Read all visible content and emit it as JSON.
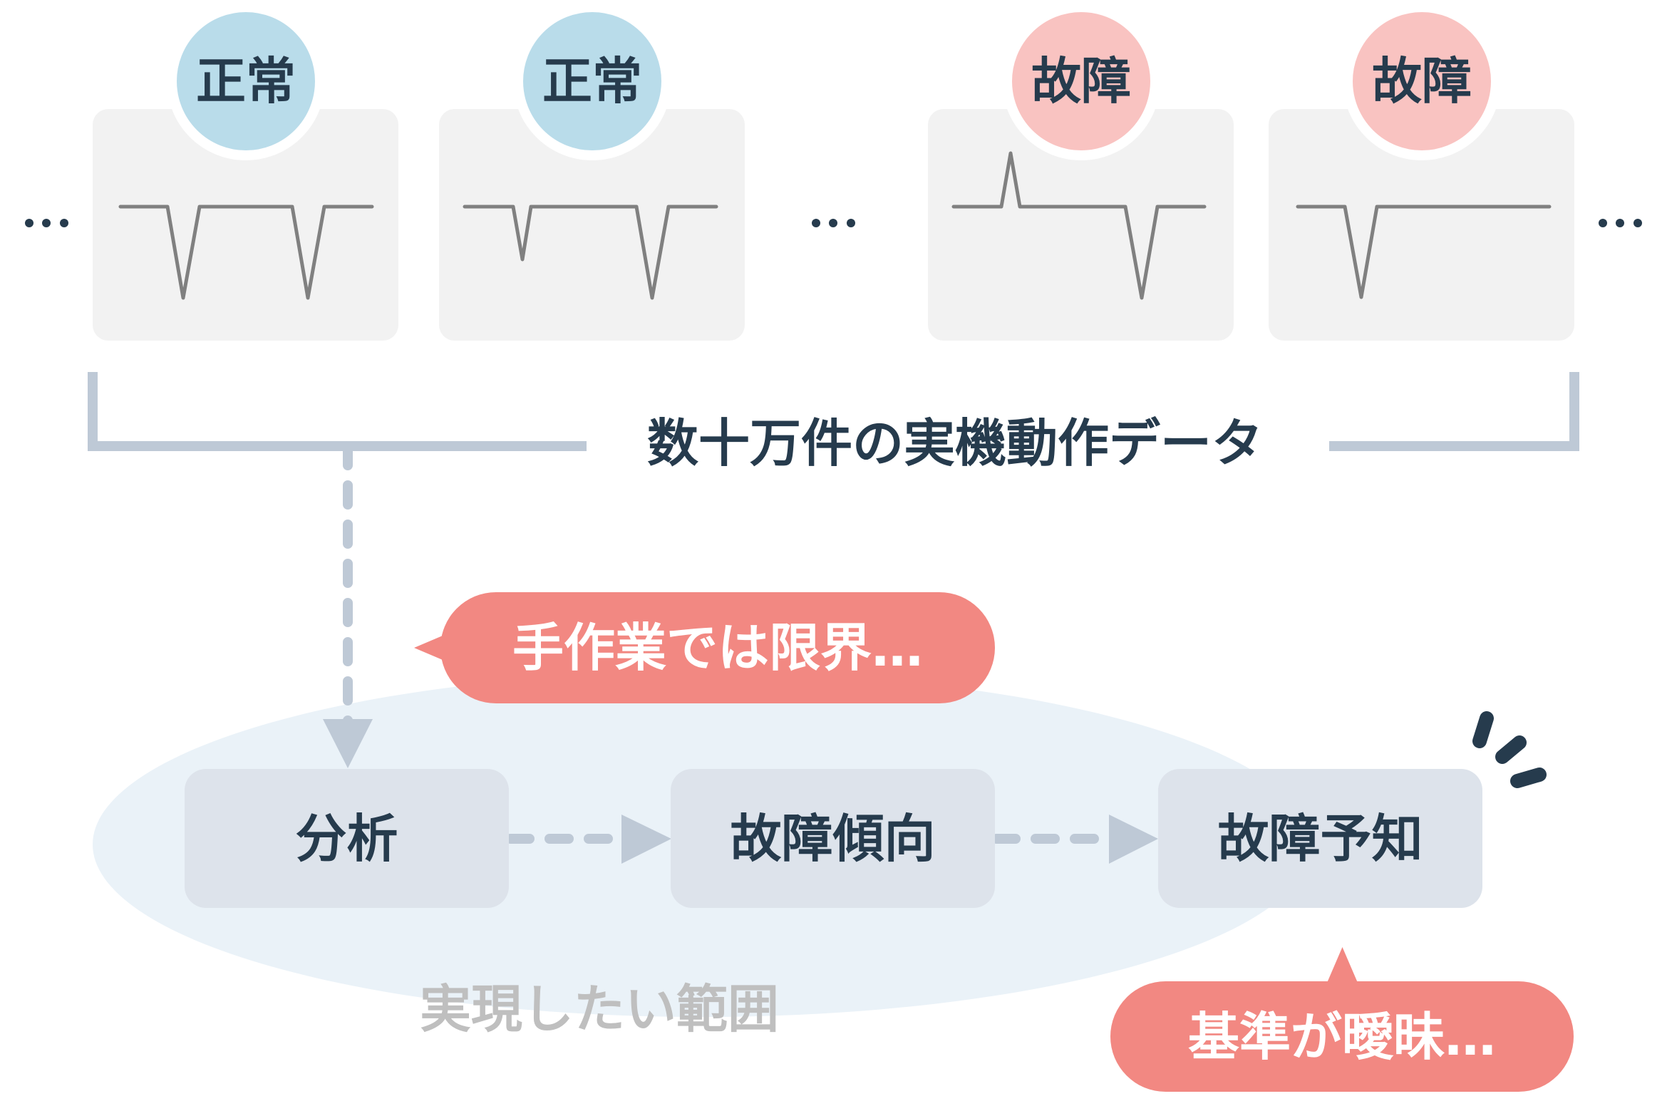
{
  "samples": {
    "leading_ellipsis": "more-dots",
    "middle_ellipsis": "more-dots",
    "trailing_ellipsis": "more-dots",
    "cards": [
      {
        "label": "正常",
        "status": "normal",
        "pattern": [
          "dip",
          "dip"
        ]
      },
      {
        "label": "正常",
        "status": "normal",
        "pattern": [
          "small-dip",
          "dip"
        ]
      },
      {
        "label": "故障",
        "status": "fault",
        "pattern": [
          "spike",
          "dip"
        ]
      },
      {
        "label": "故障",
        "status": "fault",
        "pattern": [
          "dip"
        ]
      }
    ],
    "bracket_label": "数十万件の実機動作データ"
  },
  "flow": {
    "steps": [
      {
        "label": "分析"
      },
      {
        "label": "故障傾向"
      },
      {
        "label": "故障予知"
      }
    ],
    "scope_label": "実現したい範囲"
  },
  "callouts": [
    {
      "text": "手作業では限界…",
      "points_to": "analysis"
    },
    {
      "text": "基準が曖昧…",
      "points_to": "failure-prediction"
    }
  ],
  "colors": {
    "text": "#263b4d",
    "normal_badge": "#b9dcea",
    "fault_badge": "#f9c3c1",
    "callout": "#f28882",
    "callout_text": "#ffffff",
    "connector": "#bec9d6",
    "scope_area": "#eaf2f8",
    "step_box": "#dde3eb",
    "sample_card": "#f2f2f2",
    "signal_line": "#808080",
    "scope_label": "#bfbfbf",
    "background": "#ffffff"
  }
}
